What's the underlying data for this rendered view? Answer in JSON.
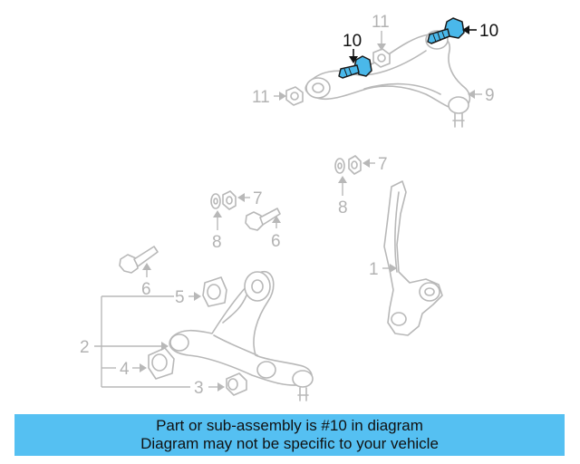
{
  "callouts": {
    "c1": "1",
    "c2": "2",
    "c3": "3",
    "c4": "4",
    "c5": "5",
    "c6a": "6",
    "c6b": "6",
    "c7a": "7",
    "c7b": "7",
    "c8a": "8",
    "c8b": "8",
    "c9": "9",
    "c10a": "10",
    "c10b": "10",
    "c11a": "11",
    "c11b": "11"
  },
  "highlight_color": "#55c0f2",
  "banner": {
    "line1": "Part or sub-assembly is #10 in diagram",
    "line2": "Diagram may not be specific to your vehicle"
  }
}
